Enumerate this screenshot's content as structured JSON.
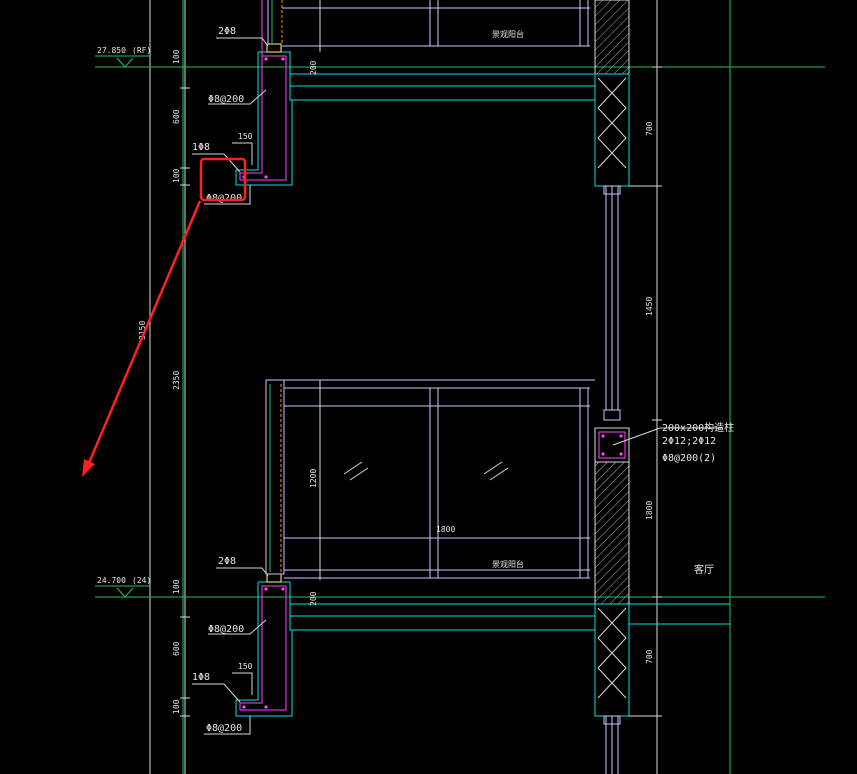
{
  "colors": {
    "background": "#000000",
    "wall": "#00e0e0",
    "dim_line": "#d8d8d8",
    "green_line": "#22c05a",
    "rebar": "#ff44ff",
    "window_frame": "#c8c8ff",
    "glass": "#7070e0",
    "highlight_box": "#ff2020",
    "arrow": "#ff2020",
    "hatch": "#b0b0b0",
    "text": "#e6e6e6"
  },
  "drawing": {
    "level_top": {
      "elevation": "27.850",
      "tag": "(RF)"
    },
    "level_bottom": {
      "elevation": "24.700",
      "tag": "(24)"
    },
    "rebar_top": {
      "main": "2Φ8",
      "stirrup": "Φ8@200",
      "corner": "1Φ8",
      "bottom": "Φ8@200"
    },
    "rebar_bottom": {
      "main": "2Φ8",
      "stirrup": "Φ8@200",
      "corner": "1Φ8",
      "bottom": "Φ8@200"
    },
    "column_note": {
      "size": "200x200构造柱",
      "bars": "2Φ12;2Φ12",
      "ties": "Φ8@200(2)"
    },
    "room_label": "客厅",
    "balcony_label_top": "景观阳台",
    "balcony_label_bottom": "景观阳台",
    "dims": {
      "d100_a": "100",
      "d600_a": "600",
      "d100_b": "100",
      "d200_a": "200",
      "d150_a": "150",
      "d3150": "3150",
      "d2350": "2350",
      "d100_c": "100",
      "d600_b": "600",
      "d100_d": "100",
      "d200_b": "200",
      "d150_b": "150",
      "d1200": "1200",
      "d1800": "1800",
      "dr700_a": "700",
      "dr1450": "1450",
      "dr1800": "1800",
      "dr700_b": "700"
    }
  }
}
